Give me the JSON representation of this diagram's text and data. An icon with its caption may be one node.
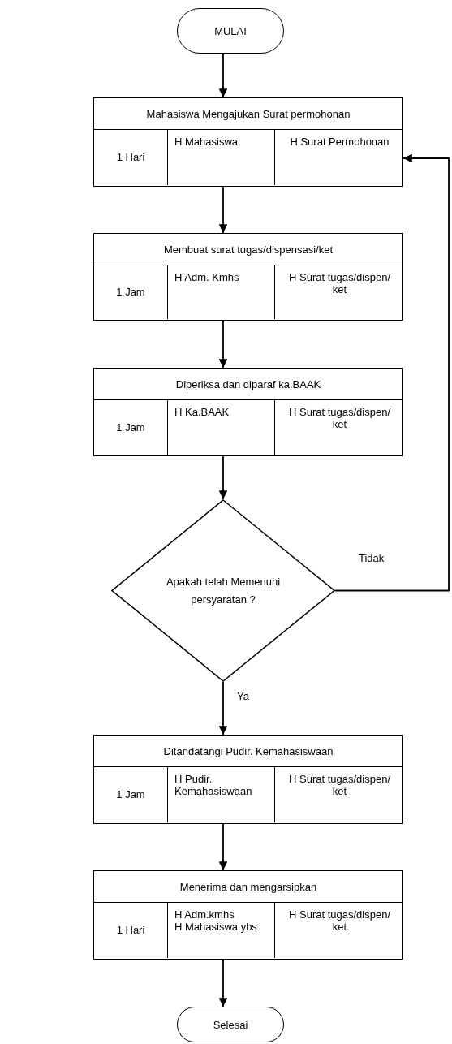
{
  "diagram": {
    "nodes": [
      {
        "text": [
          "MULAI"
        ]
      },
      {
        "text": [
          "Mahasiswa Mengajukan Surat permohonan"
        ]
      },
      {
        "text": [
          "1 Hari"
        ],
        "in": 1
      },
      {
        "text": [
          "H Mahasiswa"
        ],
        "in": 1
      },
      {
        "text": [
          "H Surat Permohonan"
        ],
        "in": 1
      },
      {
        "text": [
          "Membuat surat tugas/dispensasi/ket"
        ]
      },
      {
        "text": [
          "1 Jam"
        ],
        "in": 5
      },
      {
        "text": [
          "H Adm. Kmhs"
        ],
        "in": 5
      },
      {
        "text": [
          "H Surat tugas/dispen/ ket"
        ],
        "in": 5
      },
      {
        "text": [
          "Diperiksa dan diparaf ka.BAAK"
        ]
      },
      {
        "text": [
          "1 Jam"
        ],
        "in": 9
      },
      {
        "text": [
          "H Ka.BAAK"
        ],
        "in": 9
      },
      {
        "text": [
          "H Surat tugas/dispen/ ket"
        ],
        "in": 9
      },
      {
        "text": [
          "Apakah telah Memenuhi persyaratan ?"
        ]
      },
      {
        "text": [
          "Ditandatangi Pudir. Kemahasiswaan"
        ]
      },
      {
        "text": [
          "1 Jam"
        ],
        "in": 14
      },
      {
        "text": [
          "H Pudir. Kemahasiswaan"
        ],
        "in": 14
      },
      {
        "text": [
          "H Surat tugas/dispen/ ket"
        ],
        "in": 14
      },
      {
        "text": [
          "Menerima dan mengarsipkan"
        ]
      },
      {
        "text": [
          "1 Hari"
        ],
        "in": 18
      },
      {
        "text": [
          "H Adm.kmhs",
          "H Mahasiswa ybs"
        ],
        "in": 18
      },
      {
        "text": [
          "H Surat tugas/dispen/ ket"
        ],
        "in": 18
      },
      {
        "text": [
          "Selesai"
        ]
      }
    ],
    "edges": [
      {
        "from": 0,
        "to": 1,
        "arrow": "to"
      },
      {
        "from": 1,
        "to": 5,
        "arrow": "to"
      },
      {
        "from": 5,
        "to": 9,
        "arrow": "to"
      },
      {
        "from": 9,
        "to": 13,
        "arrow": "to"
      },
      {
        "from": 13,
        "to": 14,
        "label": "Ya",
        "arrow": "to"
      },
      {
        "from": 13,
        "to": 1,
        "label": "Tidak",
        "arrow": "to"
      },
      {
        "from": 14,
        "to": 18,
        "arrow": "to"
      },
      {
        "from": 18,
        "to": 22,
        "arrow": "to"
      }
    ]
  }
}
